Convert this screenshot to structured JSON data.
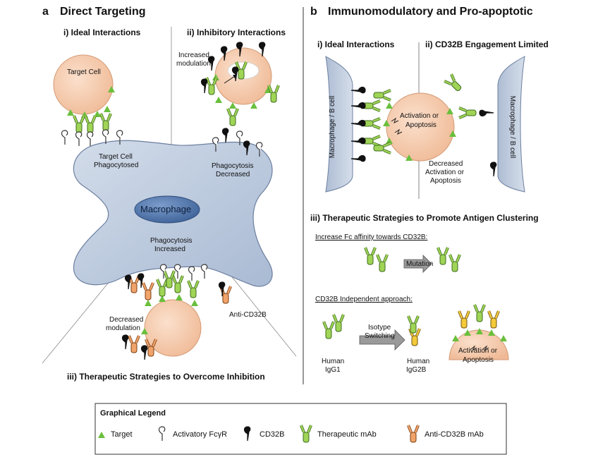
{
  "panel_a": {
    "letter": "a",
    "title": "Direct Targeting",
    "sub_i": "i) Ideal Interactions",
    "sub_ii": "ii) Inhibitory Interactions",
    "sub_iii": "iii) Therapeutic Strategies to Overcome Inhibition",
    "target_cell": "Target Cell",
    "target_phago_1": "Target Cell",
    "target_phago_2": "Phagocytosed",
    "increased_mod_1": "Increased",
    "increased_mod_2": "modulation",
    "phago_dec_1": "Phagocytosis",
    "phago_dec_2": "Decreased",
    "macrophage": "Macrophage",
    "phago_inc_1": "Phagocytosis",
    "phago_inc_2": "Increased",
    "decreased_mod_1": "Decreased",
    "decreased_mod_2": "modulation",
    "anti_cd32b": "Anti-CD32B"
  },
  "panel_b": {
    "letter": "b",
    "title": "Immunomodulatory and Pro-apoptotic",
    "sub_i": "i) Ideal Interactions",
    "sub_ii": "ii) CD32B Engagement Limited",
    "sub_iii": "iii) Therapeutic Strategies to Promote Antigen Clustering",
    "mac_bcell": "Macrophage / B cell",
    "activation_1": "Activation or",
    "activation_2": "Apoptosis",
    "decreased_act_1": "Decreased",
    "decreased_act_2": "Activation or",
    "decreased_act_3": "Apoptosis",
    "fc_affinity": "Increase Fc affinity towards CD32B:",
    "mutation": "Mutation",
    "independent": "CD32B Independent approach:",
    "isotype_1": "Isotype",
    "isotype_2": "Switching",
    "igg1_1": "Human",
    "igg1_2": "IgG1",
    "igg2b_1": "Human",
    "igg2b_2": "IgG2B",
    "act_small_1": "Activation or",
    "act_small_2": "Apoptosis"
  },
  "legend": {
    "title": "Graphical Legend",
    "items": [
      "Target",
      "Activatory FcγR",
      "CD32B",
      "Therapeutic  mAb",
      "Anti-CD32B mAb"
    ]
  },
  "colors": {
    "cell": "#f4c7a6",
    "macrophage": "#bccadf",
    "nucleus": "#5b7fb0",
    "antibody_green": "#8cc63f",
    "antibody_orange": "#e8965a",
    "antibody_gold": "#f2c230",
    "target": "#6abf3c"
  }
}
